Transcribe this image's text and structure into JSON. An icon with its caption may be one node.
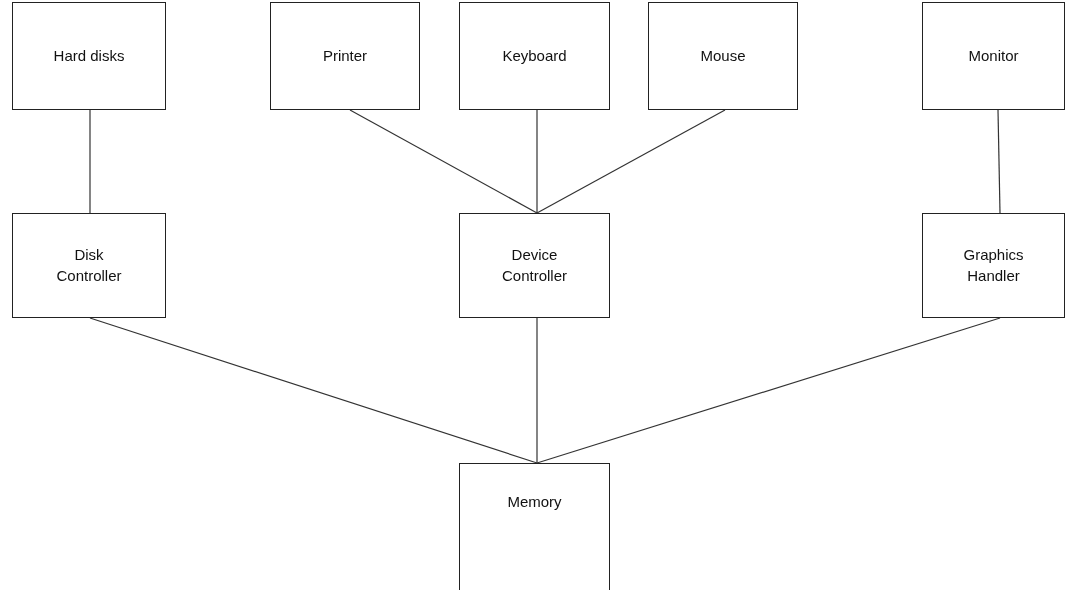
{
  "diagram": {
    "nodes": [
      {
        "text": [
          "Hard disks"
        ]
      },
      {
        "text": [
          "Printer"
        ]
      },
      {
        "text": [
          "Keyboard"
        ]
      },
      {
        "text": [
          "Mouse"
        ]
      },
      {
        "text": [
          "Monitor"
        ]
      },
      {
        "text": [
          "Disk Controller"
        ]
      },
      {
        "text": [
          "Device Controller"
        ]
      },
      {
        "text": [
          "Graphics Handler"
        ]
      },
      {
        "text": [
          "Memory"
        ]
      }
    ],
    "edges": [
      {
        "from": 0,
        "to": 5,
        "arrow": "none"
      },
      {
        "from": 1,
        "to": 6,
        "arrow": "none"
      },
      {
        "from": 2,
        "to": 6,
        "arrow": "none"
      },
      {
        "from": 3,
        "to": 6,
        "arrow": "none"
      },
      {
        "from": 4,
        "to": 7,
        "arrow": "none"
      },
      {
        "from": 5,
        "to": 8,
        "arrow": "none"
      },
      {
        "from": 6,
        "to": 8,
        "arrow": "none"
      },
      {
        "from": 7,
        "to": 8,
        "arrow": "none"
      }
    ]
  }
}
